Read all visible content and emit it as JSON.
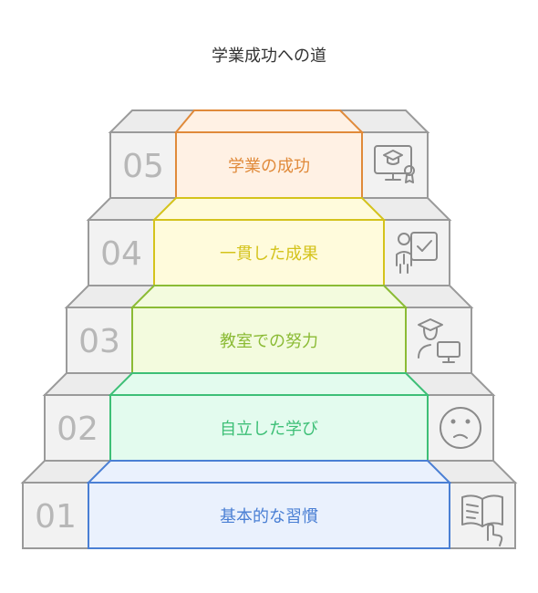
{
  "title": "学業成功への道",
  "steps": [
    {
      "number": "05",
      "label": "学業の成功",
      "icon": "certificate-monitor-icon",
      "color": "#e08a3a",
      "fill": "#fff1e4"
    },
    {
      "number": "04",
      "label": "一貫した成果",
      "icon": "person-checkboard-icon",
      "color": "#d4c31c",
      "fill": "#fffbdc"
    },
    {
      "number": "03",
      "label": "教室での努力",
      "icon": "graduate-computer-icon",
      "color": "#8bbb35",
      "fill": "#f3fbde"
    },
    {
      "number": "02",
      "label": "自立した学び",
      "icon": "thinking-face-icon",
      "color": "#3dbf76",
      "fill": "#e3fbee"
    },
    {
      "number": "01",
      "label": "基本的な習慣",
      "icon": "book-hand-icon",
      "color": "#4a7fd4",
      "fill": "#eaf1fd"
    }
  ]
}
